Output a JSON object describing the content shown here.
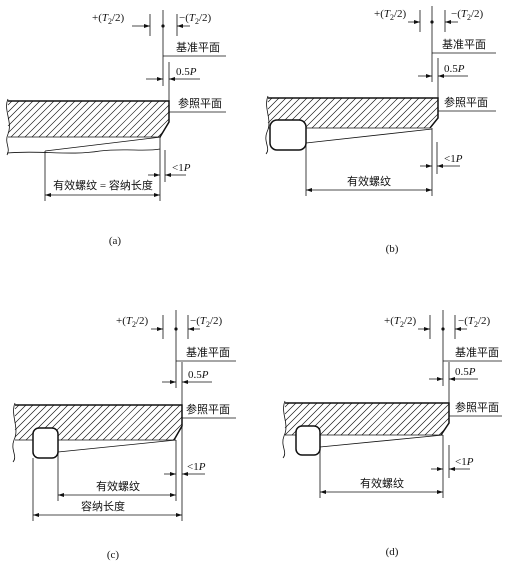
{
  "panels": [
    {
      "caption": "(a)",
      "tol_plus": {
        "open": "+(",
        "var": "T",
        "sub": "2",
        "close": "/2)"
      },
      "tol_minus": {
        "open": "−(",
        "var": "T",
        "sub": "2",
        "close": "/2)"
      },
      "datum_plane": "基准平面",
      "half_pitch": {
        "num": "0.5",
        "var": "P"
      },
      "reference_plane": "参照平面",
      "max_offset": {
        "prefix": "<1",
        "var": "P"
      },
      "effective_thread": "有效螺纹 = 容纳长度"
    },
    {
      "caption": "(b)",
      "tol_plus": {
        "open": "+(",
        "var": "T",
        "sub": "2",
        "close": "/2)"
      },
      "tol_minus": {
        "open": "−(",
        "var": "T",
        "sub": "2",
        "close": "/2)"
      },
      "datum_plane": "基准平面",
      "half_pitch": {
        "num": "0.5",
        "var": "P"
      },
      "reference_plane": "参照平面",
      "max_offset": {
        "prefix": "<1",
        "var": "P"
      },
      "effective_thread": "有效螺纹"
    },
    {
      "caption": "(c)",
      "tol_plus": {
        "open": "+(",
        "var": "T",
        "sub": "2",
        "close": "/2)"
      },
      "tol_minus": {
        "open": "−(",
        "var": "T",
        "sub": "2",
        "close": "/2)"
      },
      "datum_plane": "基准平面",
      "half_pitch": {
        "num": "0.5",
        "var": "P"
      },
      "reference_plane": "参照平面",
      "max_offset": {
        "prefix": "<1",
        "var": "P"
      },
      "effective_thread": "有效螺纹",
      "containment_length": "容纳长度"
    },
    {
      "caption": "(d)",
      "tol_plus": {
        "open": "+(",
        "var": "T",
        "sub": "2",
        "close": "/2)"
      },
      "tol_minus": {
        "open": "−(",
        "var": "T",
        "sub": "2",
        "close": "/2)"
      },
      "datum_plane": "基准平面",
      "half_pitch": {
        "num": "0.5",
        "var": "P"
      },
      "reference_plane": "参照平面",
      "max_offset": {
        "prefix": "<1",
        "var": "P"
      },
      "effective_thread": "有效螺纹"
    }
  ]
}
